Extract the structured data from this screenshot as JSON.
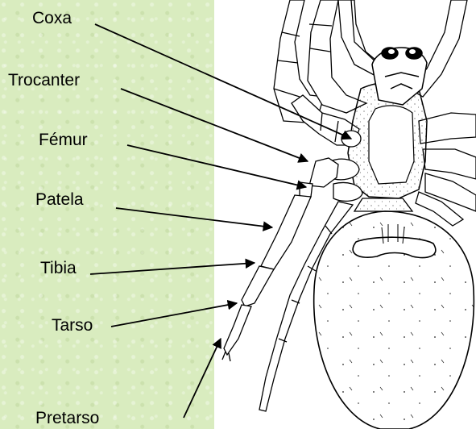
{
  "labels": {
    "coxa": "Coxa",
    "trocanter": "Trocanter",
    "femur": "Fémur",
    "patela": "Patela",
    "tibia": "Tibia",
    "tarso": "Tarso",
    "pretarso": "Pretarso"
  },
  "colors": {
    "panel_background": "#d9ecbf",
    "drawing_background": "#ffffff",
    "ink": "#000000",
    "stipple": "#444444"
  }
}
